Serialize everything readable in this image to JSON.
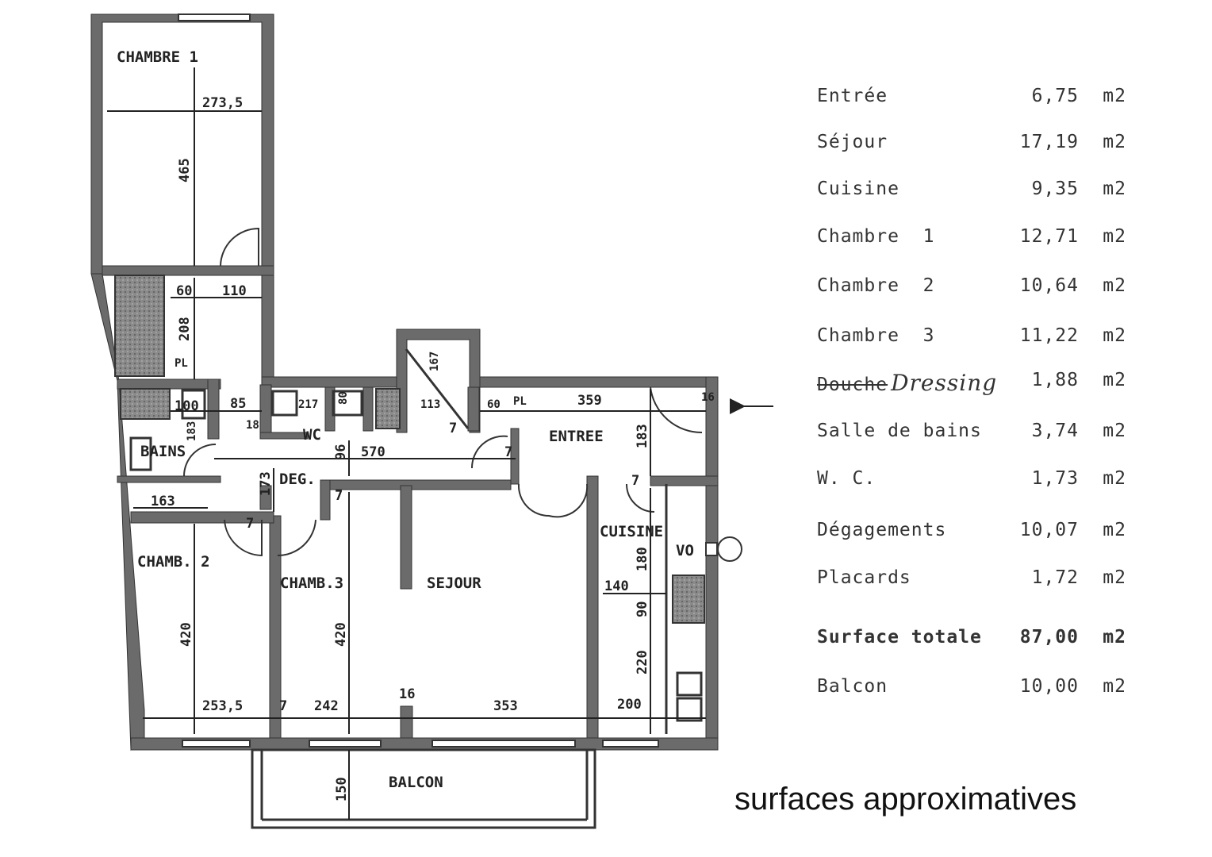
{
  "plan": {
    "rooms": {
      "chambre1": "CHAMBRE 1",
      "bains": "BAINS",
      "wc": "WC",
      "deg": "DEG.",
      "entree": "ENTREE",
      "chamb2": "CHAMB. 2",
      "chamb3": "CHAMB.3",
      "sejour": "SEJOUR",
      "cuisine": "CUISINE",
      "balcon": "BALCON",
      "pl_left": "PL",
      "pl_right": "PL",
      "vo": "VO"
    },
    "dimensions": {
      "d273_5": "273,5",
      "d465": "465",
      "d60a": "60",
      "d110": "110",
      "d208": "208",
      "d100": "100",
      "d85": "85",
      "d18": "18",
      "d217": "217",
      "d80": "80",
      "d113": "113",
      "d167": "167",
      "d60b": "60",
      "d359": "359",
      "d16a": "16",
      "d183a": "183",
      "d96": "96",
      "d570": "570",
      "d7a": "7",
      "d183b": "183",
      "d173": "173",
      "d163": "163",
      "d7b": "7",
      "d7c": "7",
      "d7d": "7",
      "d180": "180",
      "d140": "140",
      "d90": "90",
      "d420a": "420",
      "d420b": "420",
      "d220": "220",
      "d253_5": "253,5",
      "d7e": "7",
      "d242": "242",
      "d16b": "16",
      "d353": "353",
      "d200": "200",
      "d150": "150",
      "d7f": "7"
    },
    "handwriting": "Dressing"
  },
  "surfaces": [
    {
      "name": "Entrée",
      "value": "6,75",
      "unit": "m2"
    },
    {
      "name": "Séjour",
      "value": "17,19",
      "unit": "m2"
    },
    {
      "name": "Cuisine",
      "value": "9,35",
      "unit": "m2"
    },
    {
      "name": "Chambre  1",
      "value": "12,71",
      "unit": "m2"
    },
    {
      "name": "Chambre  2",
      "value": "10,64",
      "unit": "m2"
    },
    {
      "name": "Chambre  3",
      "value": "11,22",
      "unit": "m2"
    },
    {
      "name": "Douche",
      "handwritten": "Dressing",
      "value": "1,88",
      "unit": "m2"
    },
    {
      "name": "Salle de bains",
      "value": "3,74",
      "unit": "m2"
    },
    {
      "name": "W. C.",
      "value": "1,73",
      "unit": "m2"
    },
    {
      "name": "Dégagements",
      "value": "10,07",
      "unit": "m2"
    },
    {
      "name": "Placards",
      "value": "1,72",
      "unit": "m2"
    },
    {
      "name": "Surface totale",
      "value": "87,00",
      "unit": "m2"
    },
    {
      "name": "Balcon",
      "value": "10,00",
      "unit": "m2"
    }
  ],
  "footer": "surfaces approximatives"
}
